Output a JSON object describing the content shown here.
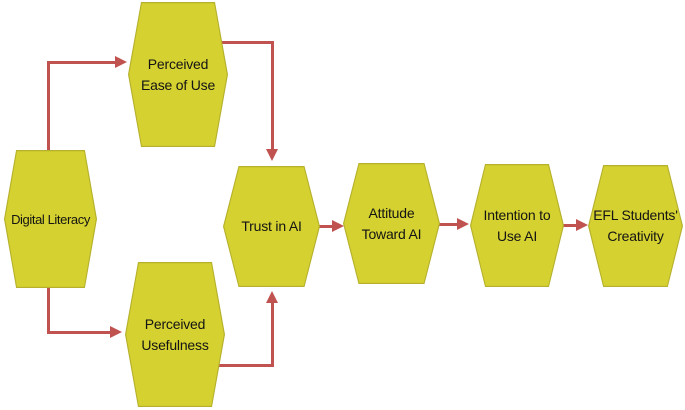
{
  "figure": {
    "background": "#ffffff",
    "node_fill": "#d4d130",
    "node_border": "#b6b02c",
    "arrow_color": "#c0534f",
    "text_color": "#141414"
  },
  "nodes": [
    {
      "id": "digital-literacy",
      "label": "Digital Literacy"
    },
    {
      "id": "perceived-ease-of-use",
      "label": "Perceived\nEase of Use"
    },
    {
      "id": "perceived-usefulness",
      "label": "Perceived\nUsefulness"
    },
    {
      "id": "trust-in-ai",
      "label": "Trust in AI"
    },
    {
      "id": "attitude-toward-ai",
      "label": "Attitude\nToward AI"
    },
    {
      "id": "intention-to-use-ai",
      "label": "Intention to\nUse AI"
    },
    {
      "id": "efl-students-creativity",
      "label": "EFL Students'\nCreativity"
    }
  ],
  "edges": [
    {
      "from": "digital-literacy",
      "to": "perceived-ease-of-use"
    },
    {
      "from": "digital-literacy",
      "to": "perceived-usefulness"
    },
    {
      "from": "perceived-ease-of-use",
      "to": "trust-in-ai"
    },
    {
      "from": "perceived-usefulness",
      "to": "trust-in-ai"
    },
    {
      "from": "trust-in-ai",
      "to": "attitude-toward-ai"
    },
    {
      "from": "attitude-toward-ai",
      "to": "intention-to-use-ai"
    },
    {
      "from": "intention-to-use-ai",
      "to": "efl-students-creativity"
    }
  ]
}
